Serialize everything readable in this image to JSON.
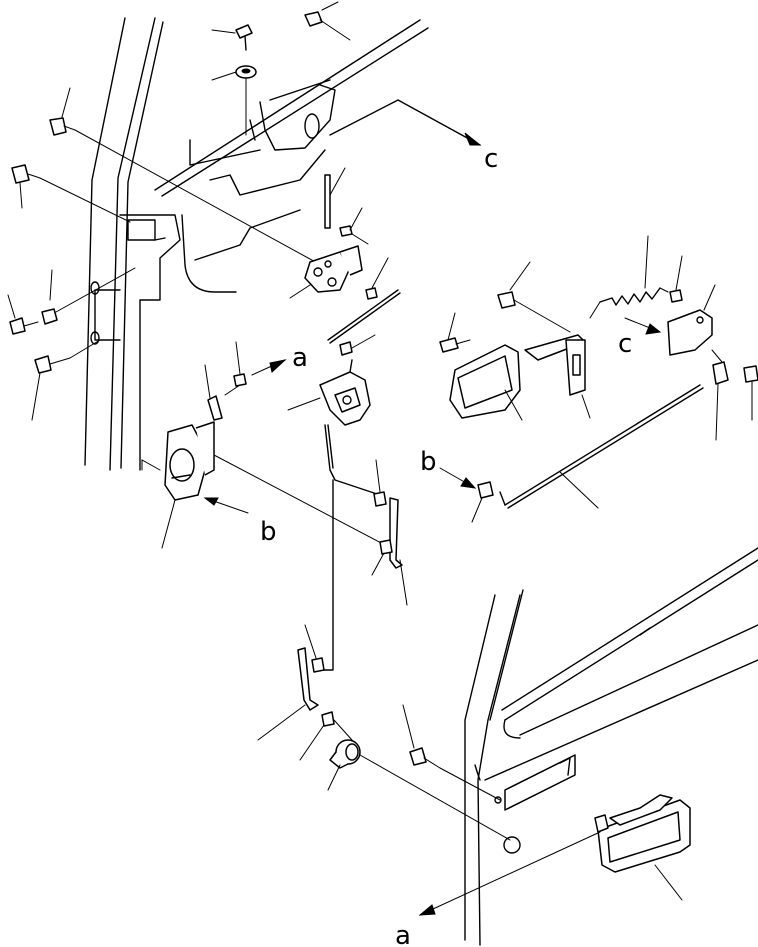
{
  "labels": {
    "c_top": "c",
    "c_right": "c",
    "a_mid": "a",
    "a_bottom": "a",
    "b_left": "b",
    "b_right": "b"
  },
  "colors": {
    "ink": "#000000",
    "paper": "#ffffff"
  }
}
